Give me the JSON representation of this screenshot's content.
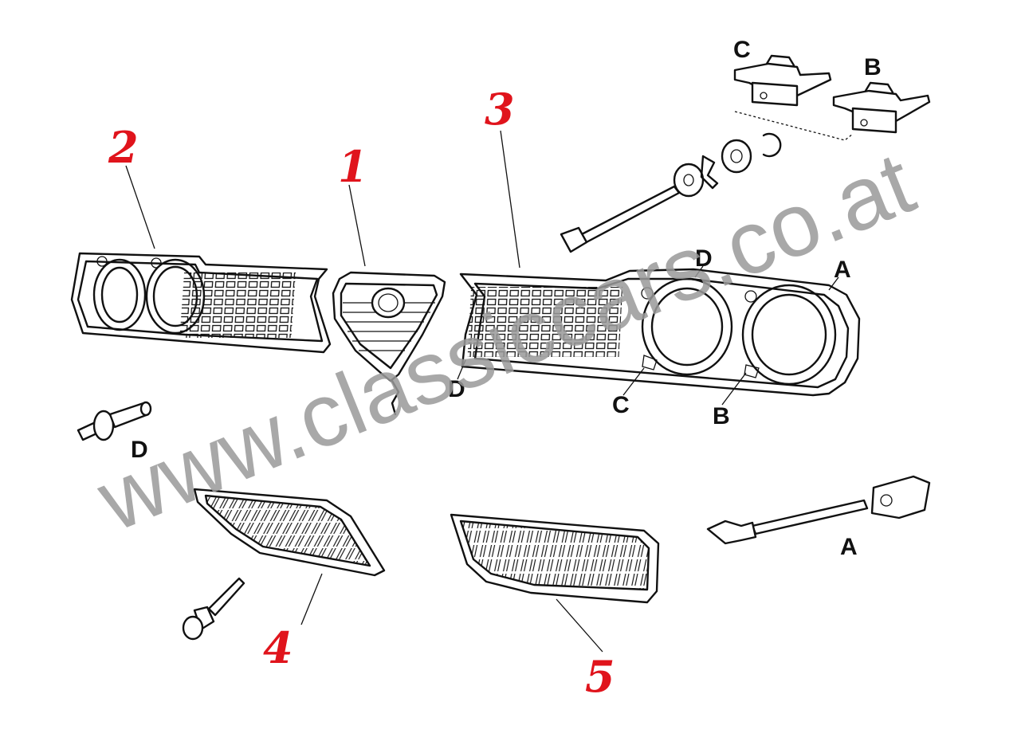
{
  "labels": {
    "parts": [
      {
        "text": "1"
      },
      {
        "text": "2"
      },
      {
        "text": "3"
      },
      {
        "text": "4"
      },
      {
        "text": "5"
      }
    ],
    "letters": [
      "C",
      "B",
      "D",
      "A",
      "D",
      "C",
      "B",
      "D",
      "A"
    ]
  },
  "colors": {
    "part_number": "#e0141c",
    "line_art": "#111111",
    "watermark": "#9a9a9a",
    "background": "#ffffff"
  },
  "watermark": {
    "text": "www.classiccars.co.at"
  }
}
